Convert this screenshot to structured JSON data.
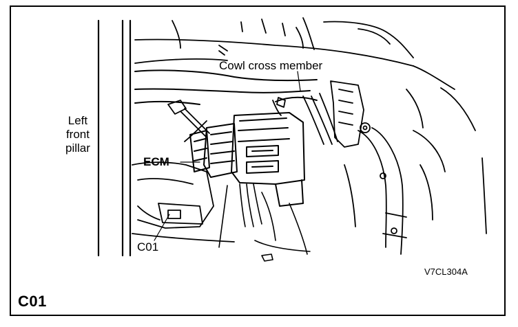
{
  "labels": {
    "pillar": [
      "Left",
      "front",
      "pillar"
    ],
    "cowl": "Cowl cross member",
    "ecm": "ECM",
    "connector": "C01",
    "reference": "V7CL304A"
  },
  "figure_title": "C01",
  "colors": {
    "ink": "#000000",
    "paper": "#ffffff"
  }
}
